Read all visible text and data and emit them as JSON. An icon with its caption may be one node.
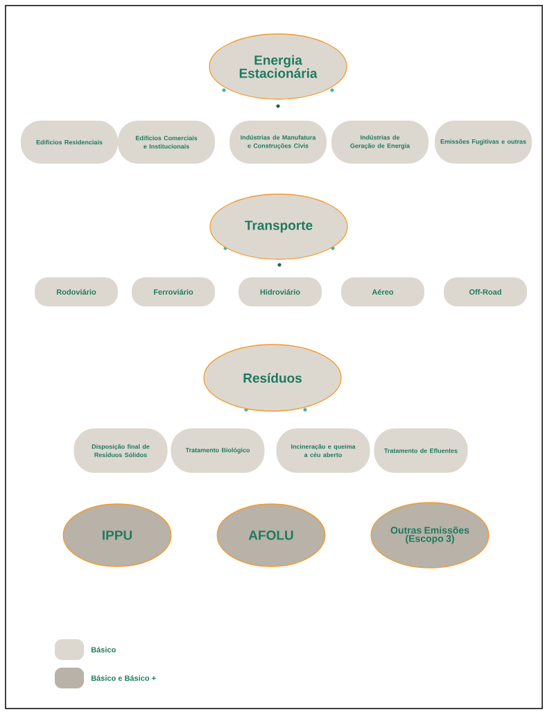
{
  "diagram": {
    "nodes": [
      {
        "text": [
          "Energia Estacionária"
        ]
      },
      {
        "text": [
          "Edifícios Residenciais"
        ]
      },
      {
        "text": [
          "Edifícios Comerciais e Institucionais"
        ]
      },
      {
        "text": [
          "Indústrias de Manufatura e Construções Civis"
        ]
      },
      {
        "text": [
          "Indústrias de Geração de Energia"
        ]
      },
      {
        "text": [
          "Emissões Fugitivas e outras"
        ]
      },
      {
        "text": [
          "Transporte"
        ]
      },
      {
        "text": [
          "Rodoviário"
        ]
      },
      {
        "text": [
          "Ferroviário"
        ]
      },
      {
        "text": [
          "Hidroviário"
        ]
      },
      {
        "text": [
          "Aéreo"
        ]
      },
      {
        "text": [
          "Off-Road"
        ]
      },
      {
        "text": [
          "Resíduos"
        ]
      },
      {
        "text": [
          "Disposição final de Resíduos Sólidos"
        ]
      },
      {
        "text": [
          "Tratamento Biológico"
        ]
      },
      {
        "text": [
          "Incineração e queima a céu aberto"
        ]
      },
      {
        "text": [
          "Tratamento de Efluentes"
        ]
      },
      {
        "text": [
          "IPPU"
        ]
      },
      {
        "text": [
          "AFOLU"
        ]
      },
      {
        "text": [
          "Outras Emissões (Escopo 3)"
        ]
      }
    ],
    "edges": [],
    "legend": [
      {
        "text": "Básico",
        "color": "#dcd8d0"
      },
      {
        "text": "Básico e Básico +",
        "color": "#b8b2a8"
      }
    ]
  }
}
